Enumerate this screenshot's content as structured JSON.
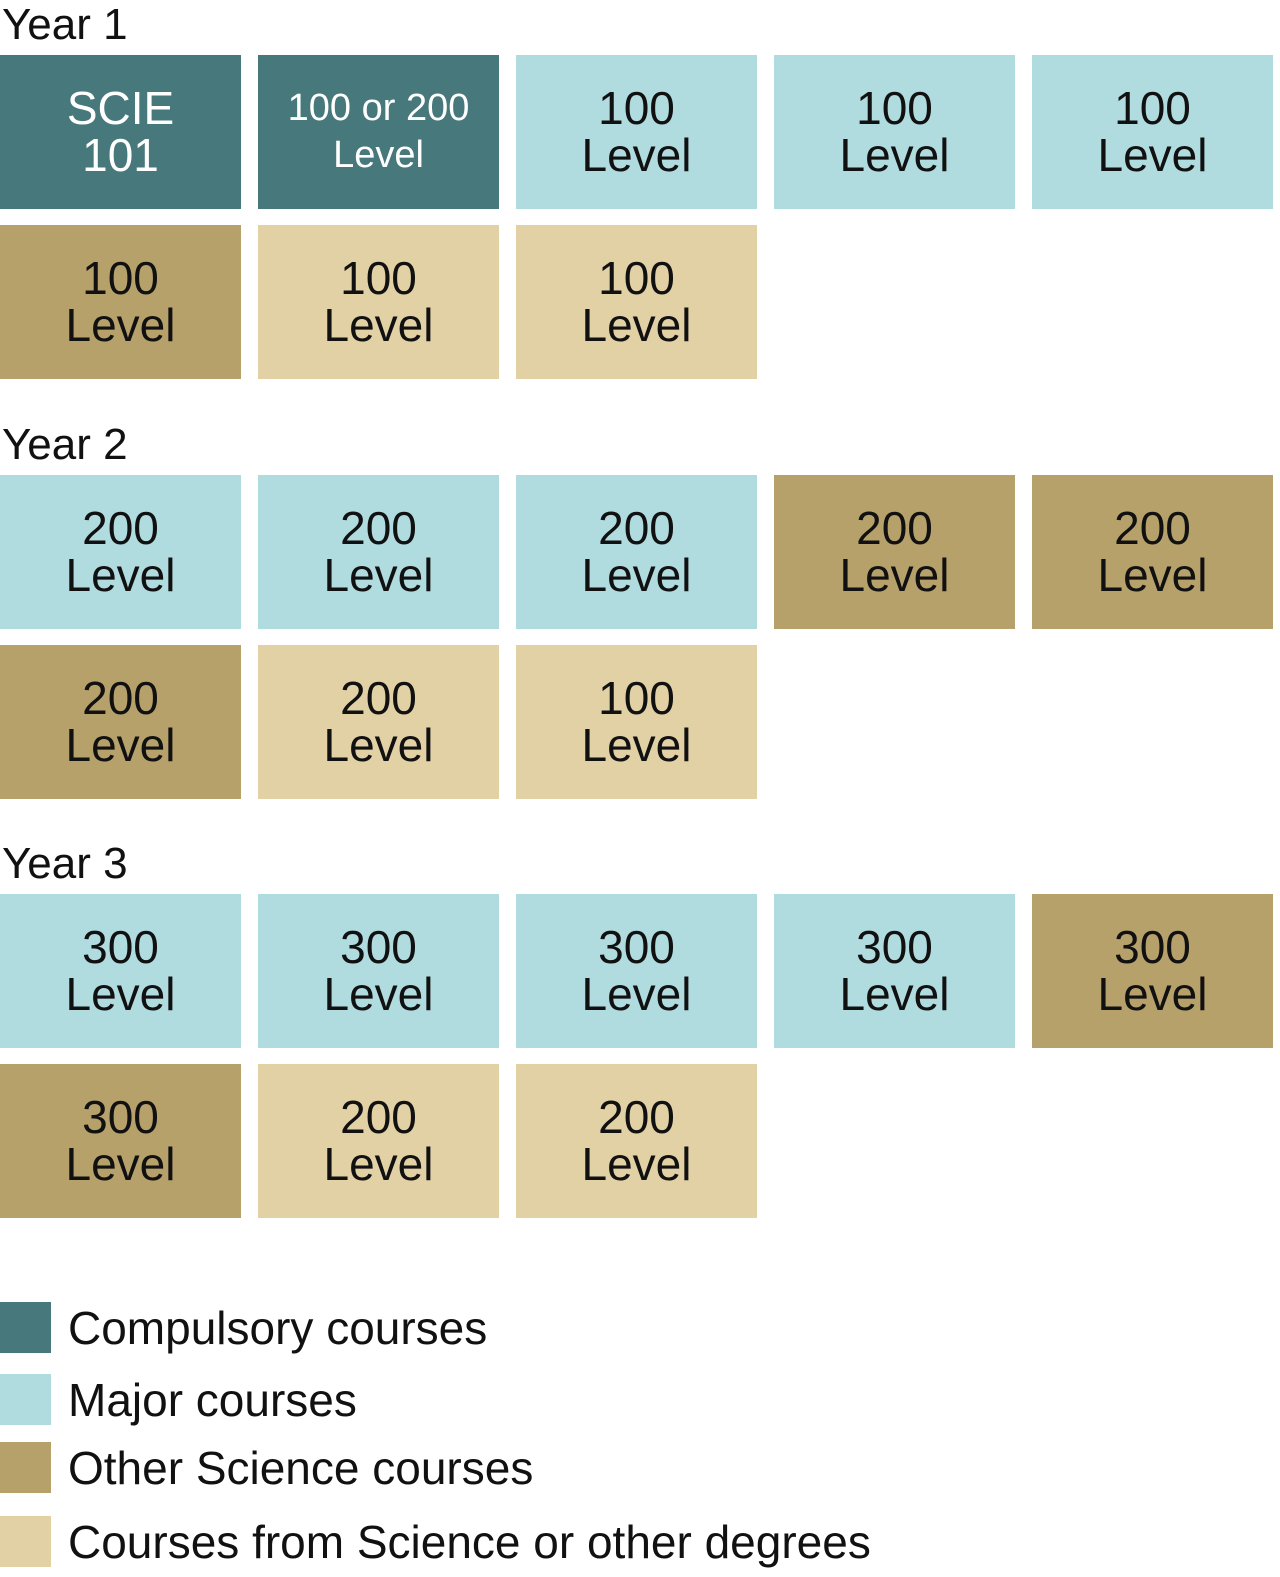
{
  "colors": {
    "compulsory": "#47787b",
    "major": "#b0dbdf",
    "science": "#b7a16b",
    "other": "#e3d1a6"
  },
  "years": [
    {
      "label": "Year 1",
      "rows": [
        [
          {
            "l1": "SCIE",
            "l2": "101",
            "type": "compulsory"
          },
          {
            "l1": "100 or 200",
            "l2": "Level",
            "type": "compulsory",
            "small": true
          },
          {
            "l1": "100",
            "l2": "Level",
            "type": "major"
          },
          {
            "l1": "100",
            "l2": "Level",
            "type": "major"
          },
          {
            "l1": "100",
            "l2": "Level",
            "type": "major"
          }
        ],
        [
          {
            "l1": "100",
            "l2": "Level",
            "type": "science"
          },
          {
            "l1": "100",
            "l2": "Level",
            "type": "other"
          },
          {
            "l1": "100",
            "l2": "Level",
            "type": "other"
          }
        ]
      ]
    },
    {
      "label": "Year 2",
      "rows": [
        [
          {
            "l1": "200",
            "l2": "Level",
            "type": "major"
          },
          {
            "l1": "200",
            "l2": "Level",
            "type": "major"
          },
          {
            "l1": "200",
            "l2": "Level",
            "type": "major"
          },
          {
            "l1": "200",
            "l2": "Level",
            "type": "science"
          },
          {
            "l1": "200",
            "l2": "Level",
            "type": "science"
          }
        ],
        [
          {
            "l1": "200",
            "l2": "Level",
            "type": "science"
          },
          {
            "l1": "200",
            "l2": "Level",
            "type": "other"
          },
          {
            "l1": "100",
            "l2": "Level",
            "type": "other"
          }
        ]
      ]
    },
    {
      "label": "Year 3",
      "rows": [
        [
          {
            "l1": "300",
            "l2": "Level",
            "type": "major"
          },
          {
            "l1": "300",
            "l2": "Level",
            "type": "major"
          },
          {
            "l1": "300",
            "l2": "Level",
            "type": "major"
          },
          {
            "l1": "300",
            "l2": "Level",
            "type": "major"
          },
          {
            "l1": "300",
            "l2": "Level",
            "type": "science"
          }
        ],
        [
          {
            "l1": "300",
            "l2": "Level",
            "type": "science"
          },
          {
            "l1": "200",
            "l2": "Level",
            "type": "other"
          },
          {
            "l1": "200",
            "l2": "Level",
            "type": "other"
          }
        ]
      ]
    }
  ],
  "legend": [
    {
      "label": "Compulsory courses",
      "type": "compulsory"
    },
    {
      "label": "Major courses",
      "type": "major"
    },
    {
      "label": "Other Science courses",
      "type": "science"
    },
    {
      "label": "Courses from Science or other degrees",
      "type": "other"
    }
  ]
}
